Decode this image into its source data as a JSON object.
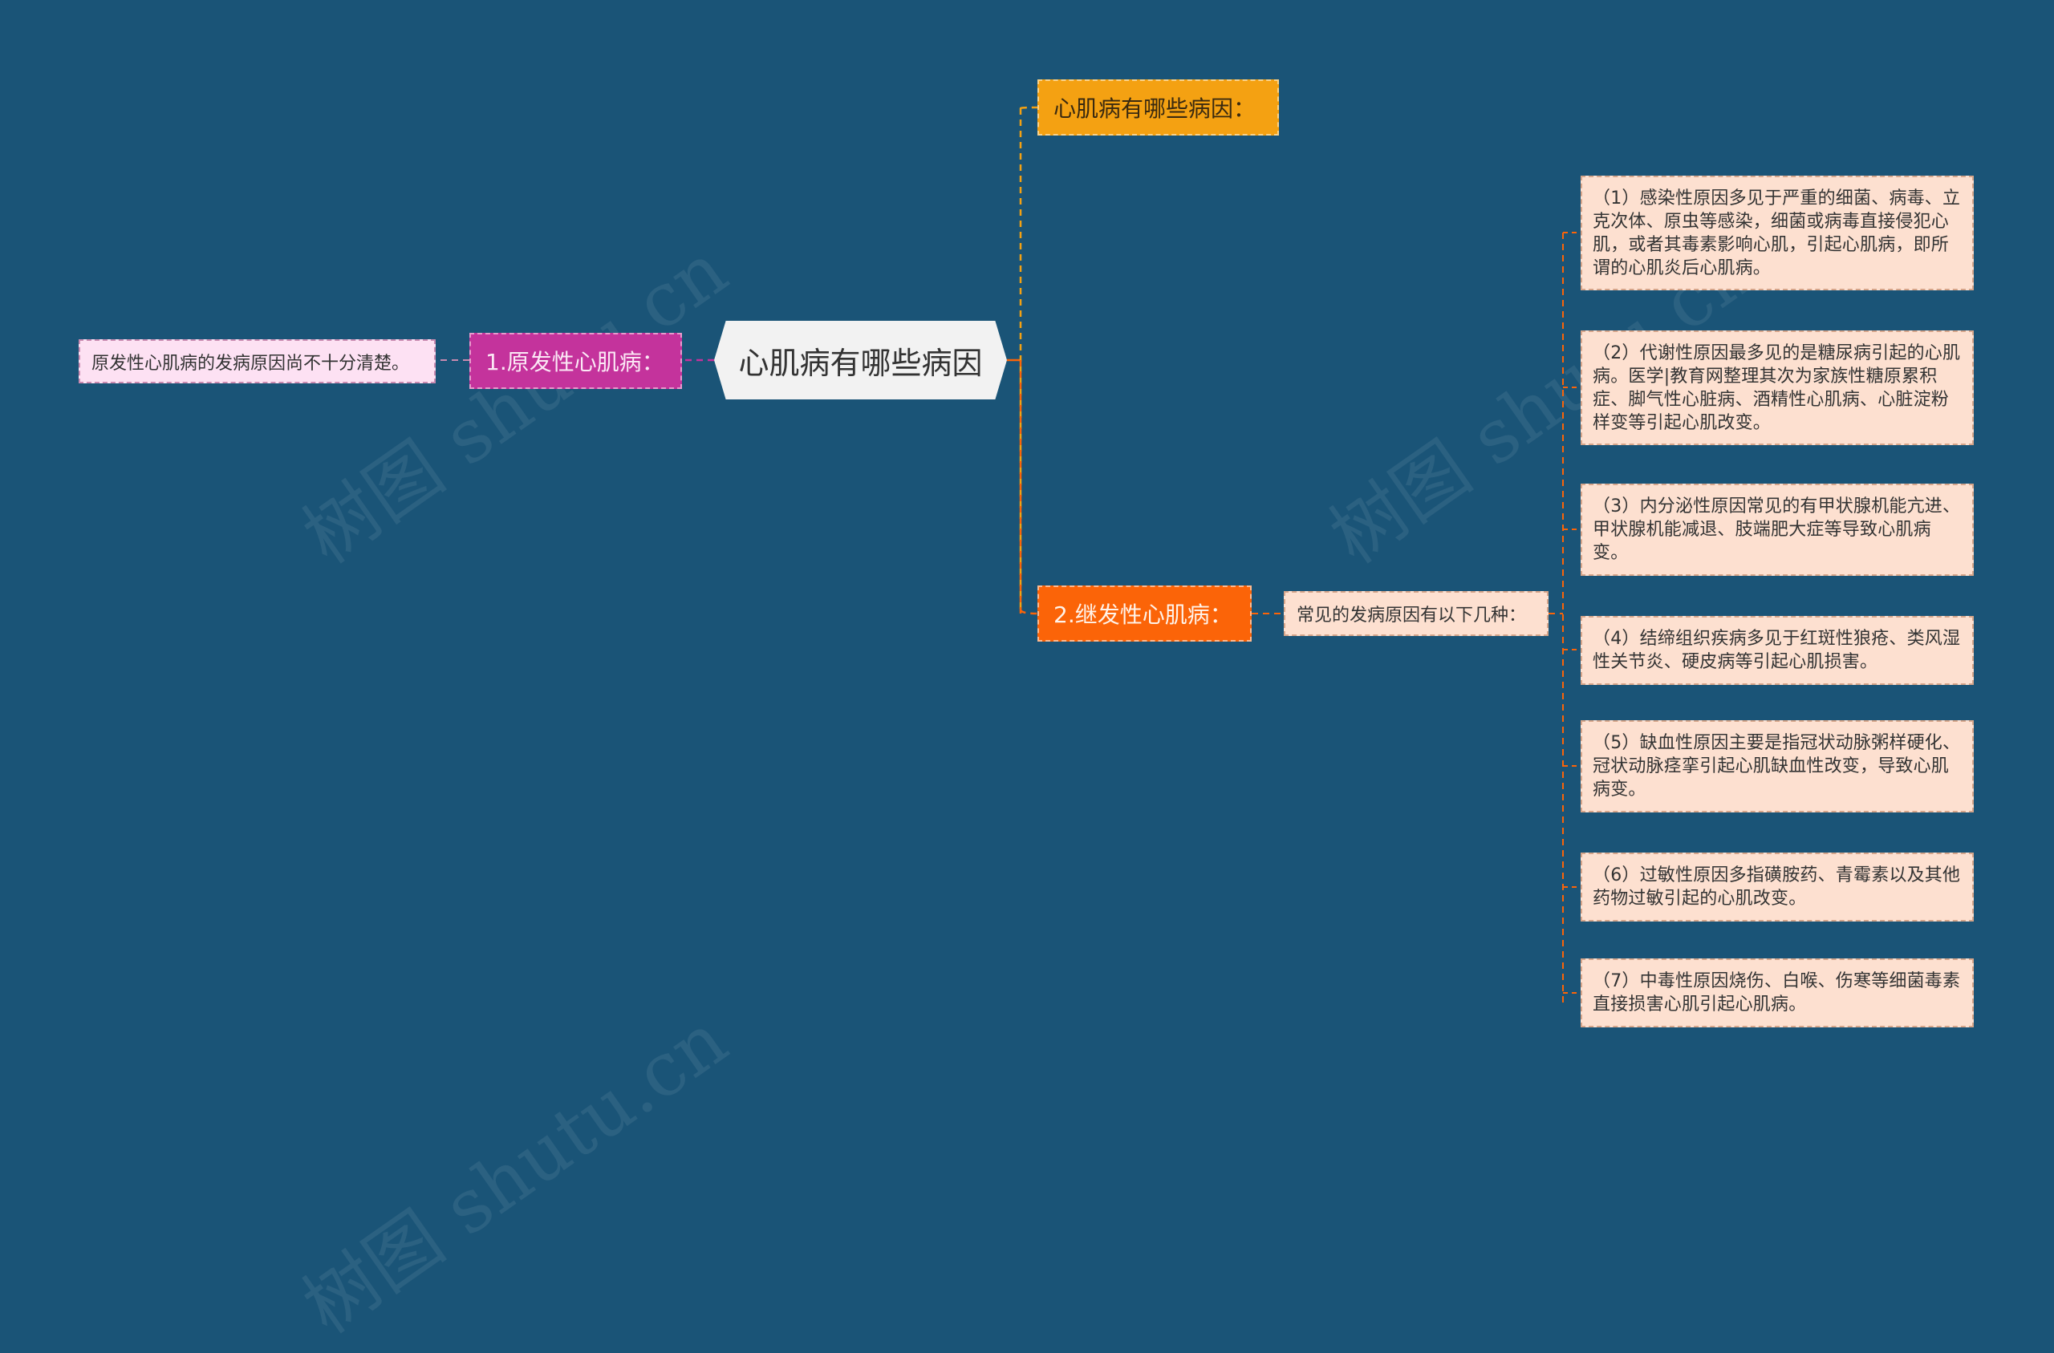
{
  "root": {
    "label": "心肌病有哪些病因"
  },
  "branch_top": {
    "label": "心肌病有哪些病因："
  },
  "branch_left": {
    "label": "1.原发性心肌病：",
    "child": "原发性心肌病的发病原因尚不十分清楚。"
  },
  "branch_right": {
    "label": "2.继发性心肌病：",
    "child": "常见的发病原因有以下几种：",
    "causes": [
      "（1）感染性原因多见于严重的细菌、病毒、立克次体、原虫等感染，细菌或病毒直接侵犯心肌，或者其毒素影响心肌，引起心肌病，即所谓的心肌炎后心肌病。",
      "（2）代谢性原因最多见的是糖尿病引起的心肌病。医学|教育网整理其次为家族性糖原累积症、脚气性心脏病、酒精性心肌病、心脏淀粉样变等引起心肌改变。",
      "（3）内分泌性原因常见的有甲状腺机能亢进、甲状腺机能减退、肢端肥大症等导致心肌病变。",
      "（4）结缔组织疾病多见于红斑性狼疮、类风湿性关节炎、硬皮病等引起心肌损害。",
      "（5）缺血性原因主要是指冠状动脉粥样硬化、冠状动脉痉挛引起心肌缺血性改变，导致心肌病变。",
      "（6）过敏性原因多指磺胺药、青霉素以及其他药物过敏引起的心肌改变。",
      "（7）中毒性原因烧伤、白喉、伤寒等细菌毒素直接损害心肌引起心肌病。"
    ]
  },
  "watermark": "树图 shutu.cn",
  "colors": {
    "background": "#1a5477",
    "top_branch": "#f4a112",
    "left_branch": "#c4339c",
    "right_branch": "#fb6408",
    "leaf_pink": "#fde1f3",
    "leaf_peach": "#fde0d0"
  }
}
